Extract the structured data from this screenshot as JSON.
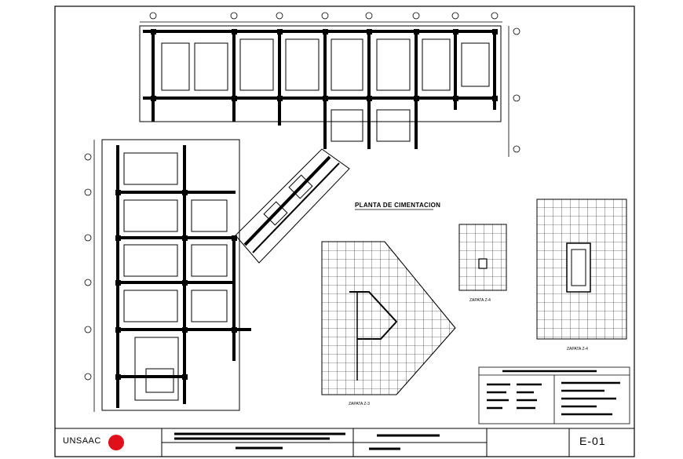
{
  "drawing": {
    "plan_title": "PLANTA DE CIMENTACION",
    "detail_labels": [
      "ZAPATA Z-3",
      "ZAPATA Z-4",
      "ZAPATA Z-4"
    ]
  },
  "title_block": {
    "institution": "UNSAAC",
    "sheet_number": "E-01"
  },
  "colors": {
    "line": "#000000",
    "logo": "#e0101a",
    "background": "#ffffff"
  }
}
